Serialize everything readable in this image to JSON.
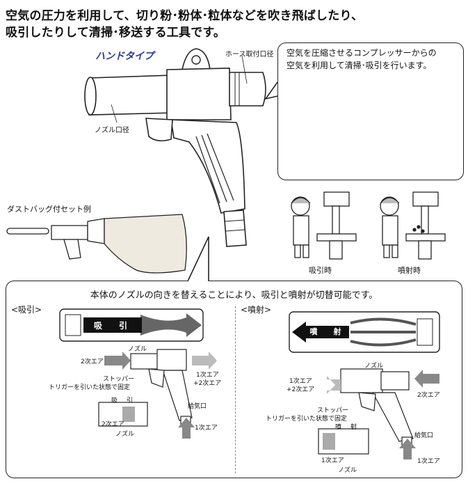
{
  "headline": {
    "line1": "空気の圧力を利用して、切り粉･粉体･粒体などを吹き飛ばしたり、",
    "line2": "吸引したりして清掃･移送する工具です。"
  },
  "gun": {
    "type_label": "ハンドタイプ",
    "hose_label": "ホース取付口径",
    "nozzle_label": "ノズル口径"
  },
  "bubble": {
    "line1": "空気を圧縮させるコンプレッサーからの",
    "line2": "空気を利用して清掃･吸引を行います。"
  },
  "dust_bag": {
    "label": "ダストバッグ付セット例"
  },
  "workers": {
    "suction_label": "吸引時",
    "blow_label": "噴射時"
  },
  "panel": {
    "title": "本体のノズルの向きを替えることにより、吸引と噴射が切替可能です。",
    "left": {
      "header": "<吸引>",
      "arrow_label": "吸　引",
      "nozzle": "ノズル",
      "secondary_air": "2次エア",
      "out_air_1": "1次エア",
      "out_air_2": "+2次エア",
      "stopper": "ストッパー",
      "trigger": "トリガーを引いた状態で固定",
      "inlet": "給気口",
      "primary_air": "1次エア",
      "inset_top": "吸　引",
      "inset_air": "2次エア",
      "inset_caption": "ノズル"
    },
    "right": {
      "header": "<噴射>",
      "arrow_label": "噴　射",
      "nozzle": "ノズル",
      "out_air_1": "1次エア",
      "out_air_2": "+2次エア",
      "secondary_air": "2次エア",
      "stopper": "ストッパー",
      "trigger": "トリガーを引いた状態で固定",
      "inlet": "給気口",
      "primary_air": "1次エア",
      "inset_top": "噴　射",
      "inset_air": "1次エア",
      "inset_caption": "ノズル"
    }
  },
  "colors": {
    "accent_blue": "#2b3a8f",
    "outline": "#222222",
    "arrow_gray": "#9a9a9a",
    "arrow_dark": "#555555"
  }
}
